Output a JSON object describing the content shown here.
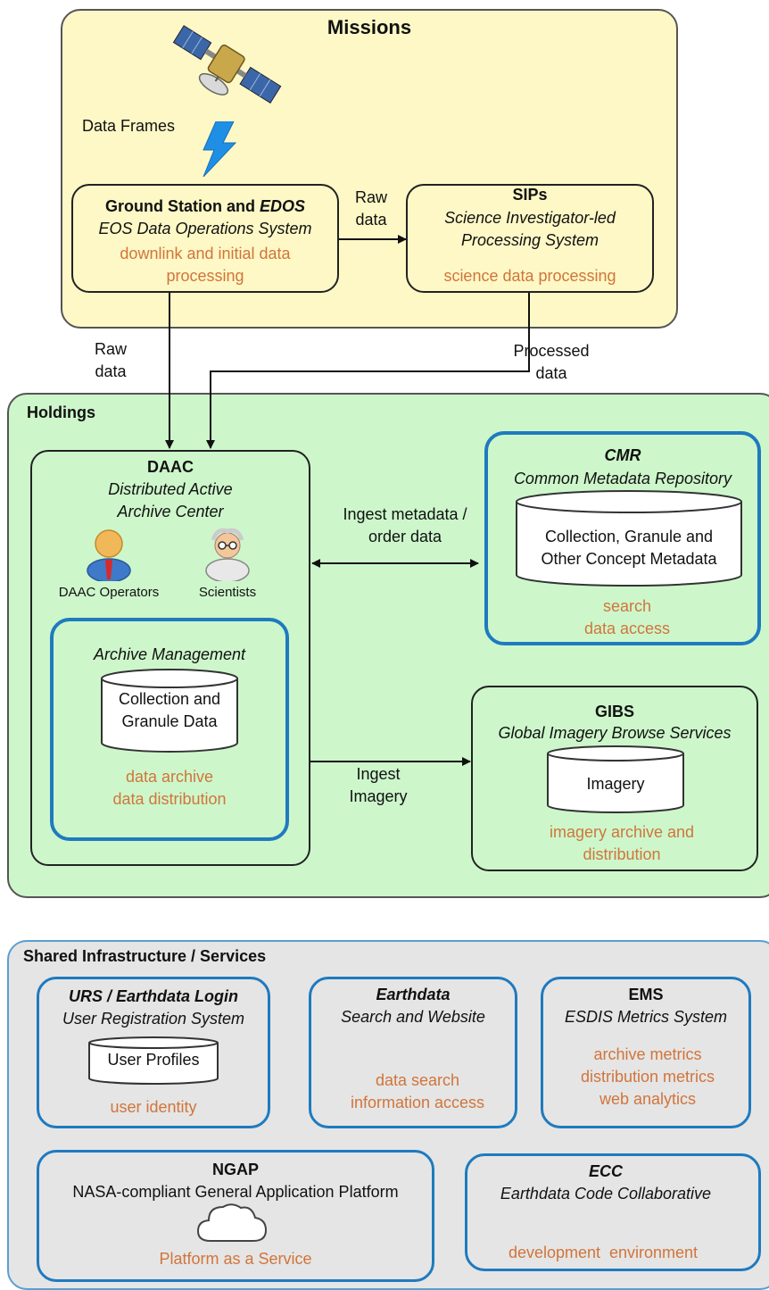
{
  "missions": {
    "title": "Missions",
    "data_frames": "Data Frames",
    "ground_station": {
      "title_plain": "Ground Station and ",
      "title_italic": "EDOS",
      "subtitle": "EOS Data Operations System",
      "desc_line1": "downlink and initial data",
      "desc_line2": "processing"
    },
    "raw_data_mid": {
      "line1": "Raw",
      "line2": "data"
    },
    "sips": {
      "title": "SIPs",
      "subtitle_line1": "Science Investigator-led",
      "subtitle_line2": "Processing System",
      "desc": "science data processing"
    }
  },
  "flows": {
    "raw_data": {
      "line1": "Raw",
      "line2": "data"
    },
    "processed_data": {
      "line1": "Processed",
      "line2": "data"
    },
    "ingest_metadata": {
      "line1": "Ingest metadata /",
      "line2": "order data"
    },
    "ingest_imagery": {
      "line1": "Ingest",
      "line2": "Imagery"
    }
  },
  "holdings": {
    "title": "Holdings",
    "daac": {
      "title": "DAAC",
      "subtitle_line1": "Distributed Active",
      "subtitle_line2": "Archive Center",
      "operators_label": "DAAC Operators",
      "scientists_label": "Scientists",
      "archive_mgmt": {
        "title": "Archive Management",
        "store_line1": "Collection and",
        "store_line2": "Granule Data",
        "desc_line1": "data archive",
        "desc_line2": "data distribution"
      }
    },
    "cmr": {
      "title": "CMR",
      "subtitle": "Common Metadata Repository",
      "store_line1": "Collection, Granule and",
      "store_line2": "Other Concept Metadata",
      "desc_line1": "search",
      "desc_line2": "data access"
    },
    "gibs": {
      "title": "GIBS",
      "subtitle": "Global Imagery Browse Services",
      "store": "Imagery",
      "desc_line1": "imagery archive and",
      "desc_line2": "distribution"
    }
  },
  "shared": {
    "title": "Shared Infrastructure / Services",
    "urs": {
      "title": "URS / Earthdata Login",
      "subtitle": "User Registration System",
      "store": "User Profiles",
      "desc": "user identity"
    },
    "earthdata": {
      "title": "Earthdata",
      "subtitle": "Search and Website",
      "desc_line1": "data search",
      "desc_line2": "information access"
    },
    "ems": {
      "title": "EMS",
      "subtitle": "ESDIS Metrics System",
      "desc_line1": "archive metrics",
      "desc_line2": "distribution metrics",
      "desc_line3": "web analytics"
    },
    "ngap": {
      "title": "NGAP",
      "subtitle": "NASA-compliant General Application Platform",
      "desc": "Platform as a Service"
    },
    "ecc": {
      "title": "ECC",
      "subtitle": "Earthdata Code Collaborative",
      "desc": "development  environment"
    }
  },
  "colors": {
    "missions_fill": "#fdf8c6",
    "holdings_fill": "#cdf7cb",
    "shared_fill": "#e5e5e5",
    "blue_border": "#1f7abf",
    "orange_text": "#d0753b"
  }
}
